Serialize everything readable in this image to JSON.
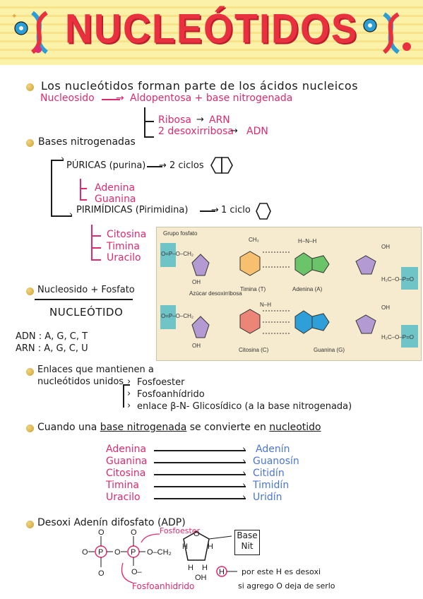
{
  "title": "NUCLEÓTIDOS",
  "intro": "Los nucleótidos forman parte de los ácidos nucleicos",
  "nucleosido": {
    "label": "Nucleosido",
    "equals": "Aldopentosa + base nitrogenada",
    "ribosa": "Ribosa",
    "arn": "ARN",
    "desoxi": "2 desoxirribosa",
    "adn": "ADN"
  },
  "bases": {
    "heading": "Bases nitrogenadas",
    "puricas": "PÚRICAS (purina)",
    "puricas_rings": "2 ciclos",
    "purinas": [
      "Adenina",
      "Guanina"
    ],
    "pirimidicas": "PIRIMÍDICAS (Pirimidina)",
    "pirimidicas_rings": "1 ciclo",
    "pirimidinas": [
      "Citosina",
      "Timina",
      "Uracilo"
    ]
  },
  "figure": {
    "grupo_fosfato": "Grupo fosfato",
    "azucar": "Azúcar desoxirribosa",
    "timina": "Timina (T)",
    "adenina": "Adenina (A)",
    "citosina": "Citosina (C)",
    "guanina": "Guanina (G)",
    "colors": {
      "phosphate": "#6fc4c8",
      "sugar": "#b39ad2",
      "thymine": "#f7c06f",
      "adenine": "#6cc46a",
      "cytosine": "#ea8577",
      "guanine": "#2e9fd8"
    }
  },
  "formula": {
    "left": "Nucleosido + Fosfato",
    "result": "NUCLEÓTIDO",
    "adn": "ADN : A, G, C, T",
    "arn": "ARN : A, G, C, U"
  },
  "enlaces": {
    "heading_1": "Enlaces que mantienen a",
    "heading_2": "nucleótidos unidos",
    "items": [
      "Fosfoester",
      "Fosfoanhídrido",
      "enlace β-N- Glicosídico (a la base nitrogenada)"
    ]
  },
  "conversion": {
    "heading_pre": "Cuando una",
    "heading_u1": "base nitrogenada",
    "heading_mid": "se convierte en",
    "heading_u2": "nucleotido",
    "bases": [
      "Adenina",
      "Guanina",
      "Citosina",
      "Timina",
      "Uracilo"
    ],
    "nucleosides": [
      "Adenín",
      "Guanosín",
      "Citidín",
      "Timidín",
      "Uridín"
    ]
  },
  "adp": {
    "heading": "Desoxi Adenín difosfato (ADP)",
    "fosfoester": "Fosfoester",
    "fosfoanhidrido": "Fosfoanhidrido",
    "base": "Base",
    "nit": "Nit",
    "note_1": "por este H es desoxi",
    "note_2": "si agrego O deja de serlo"
  }
}
